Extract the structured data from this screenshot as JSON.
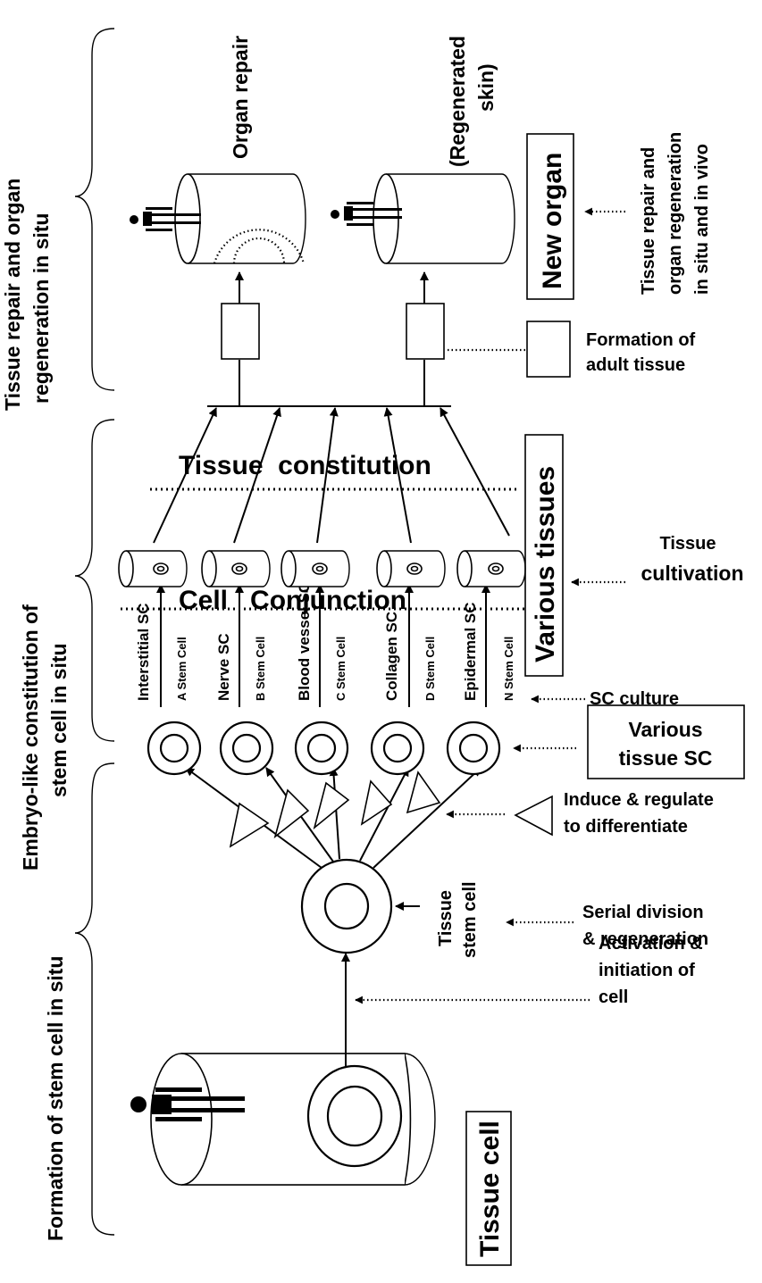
{
  "sections": {
    "formation": "Formation of stem cell in situ",
    "embryo_line1": "Embryo-like constitution of",
    "embryo_line2": "stem cell in situ",
    "repair_line1": "Tissue repair and organ",
    "repair_line2": "regeneration in situ"
  },
  "boxes": {
    "tissue_cell": "Tissue cell",
    "various_tissue_sc_line1": "Various",
    "various_tissue_sc_line2": "tissue SC",
    "various_tissues": "Various tissues",
    "new_organ": "New organ"
  },
  "stem_cells": [
    {
      "name": "Interstitial SC",
      "sub": "A Stem Cell"
    },
    {
      "name": "Nerve SC",
      "sub": "B Stem Cell"
    },
    {
      "name": "Blood vessel SC",
      "sub": "C Stem Cell"
    },
    {
      "name": "Collagen SC",
      "sub": "D Stem Cell"
    },
    {
      "name": "Epidermal SC",
      "sub": "N Stem Cell"
    }
  ],
  "labels": {
    "tissue_stem_cell_line1": "Tissue",
    "tissue_stem_cell_line2": "stem cell",
    "cell_conjunction": "Cell   Conjunction",
    "tissue_constitution": "Tissue  constitution",
    "organ_repair": "Organ repair",
    "regenerated_skin_line1": "(Regenerated",
    "regenerated_skin_line2": "skin)",
    "tissue_repair_vivo_line1": "Tissue repair and",
    "tissue_repair_vivo_line2": "organ regeneration",
    "tissue_repair_vivo_line3": "in situ and in vivo"
  },
  "annotations": {
    "activation_line1": "Activation &",
    "activation_line2": "initiation of",
    "activation_line3": "cell",
    "serial_line1": "Serial division",
    "serial_line2": "& regeneration",
    "induce_line1": "Induce & regulate",
    "induce_line2": "to differentiate",
    "sc_culture": "SC culture",
    "cultivation_line1": "Tissue",
    "cultivation_line2": "cultivation",
    "formation_adult_line1": "Formation of",
    "formation_adult_line2": "adult tissue"
  }
}
